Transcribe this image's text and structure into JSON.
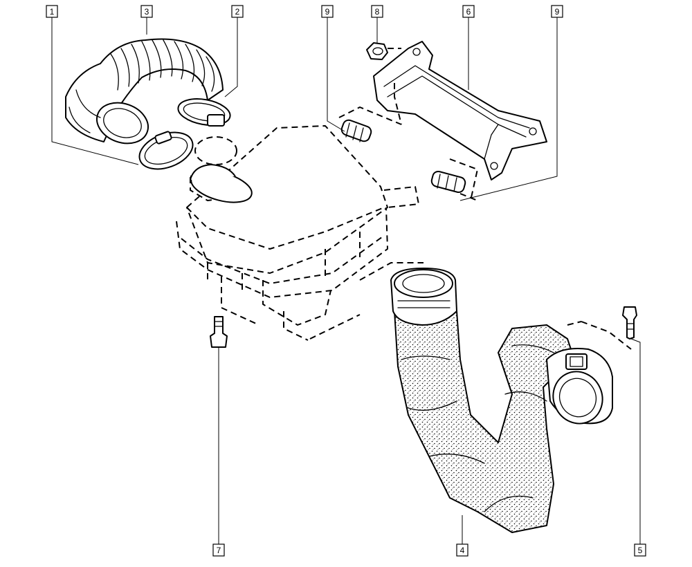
{
  "callouts": [
    {
      "id": "c1",
      "label": "1"
    },
    {
      "id": "c3",
      "label": "3"
    },
    {
      "id": "c2",
      "label": "2"
    },
    {
      "id": "c9a",
      "label": "9"
    },
    {
      "id": "c8",
      "label": "8"
    },
    {
      "id": "c6",
      "label": "6"
    },
    {
      "id": "c9b",
      "label": "9"
    },
    {
      "id": "c7",
      "label": "7"
    },
    {
      "id": "c4",
      "label": "4"
    },
    {
      "id": "c5",
      "label": "5"
    }
  ]
}
